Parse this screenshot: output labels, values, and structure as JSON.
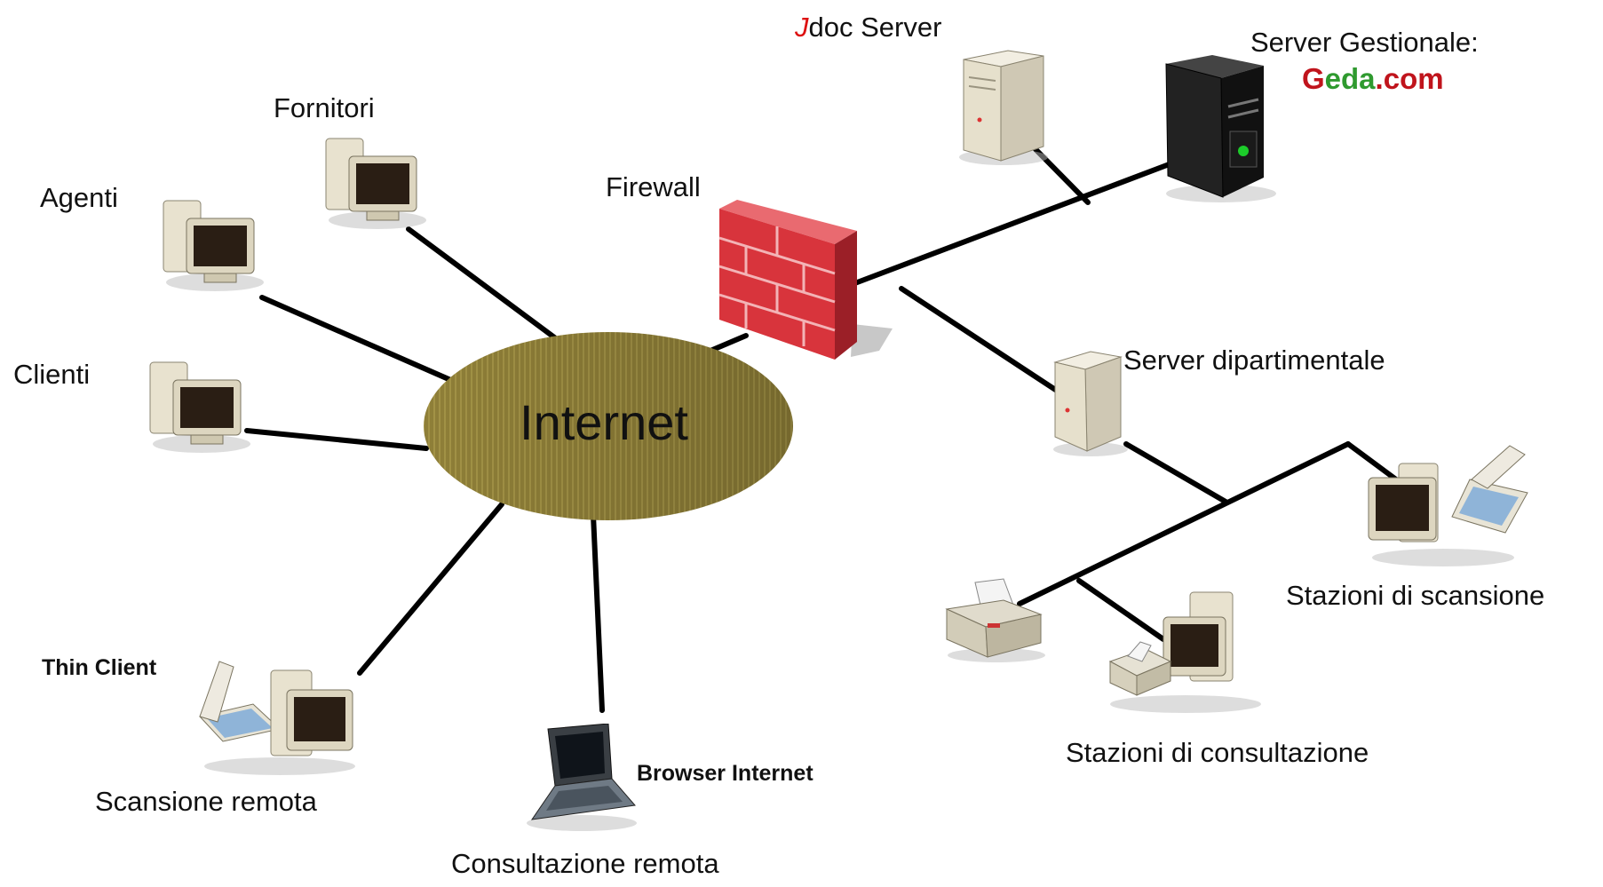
{
  "labels": {
    "jdoc_j": "J",
    "jdoc_rest": "doc Server",
    "server_gestionale": "Server Gestionale:",
    "geda_g": "G",
    "geda_eda": "eda",
    "geda_com": ".com",
    "fornitori": "Fornitori",
    "agenti": "Agenti",
    "clienti": "Clienti",
    "firewall": "Firewall",
    "internet": "Internet",
    "server_dipartimentale": "Server dipartimentale",
    "stazioni_scansione": "Stazioni di scansione",
    "stazioni_consultazione": "Stazioni di consultazione",
    "thin_client": "Thin Client",
    "scansione_remota": "Scansione remota",
    "browser_internet": "Browser Internet",
    "consultazione_remota": "Consultazione remota"
  },
  "colors": {
    "jdoc_j": "#dd1111",
    "geda_red": "#c0141c",
    "geda_green": "#2f9a2f",
    "internet_fill": "#8f7f38",
    "firewall_fill": "#d8343c"
  },
  "icons": {
    "pc": "desktop-computer-icon",
    "server": "server-tower-icon",
    "firewall": "brick-wall-icon",
    "laptop": "laptop-icon",
    "scanner": "scanner-icon",
    "printer": "printer-icon"
  }
}
